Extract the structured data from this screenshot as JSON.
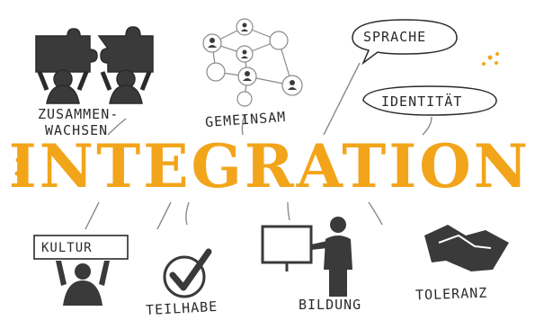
{
  "title": "INTEGRATION",
  "labels": {
    "zusammenwachsen_line1": "ZUSAMMEN-",
    "zusammenwachsen_line2": "WACHSEN",
    "gemeinsam": "GEMEINSAM",
    "sprache": "SPRACHE",
    "identitaet": "IDENTITÄT",
    "kultur": "KULTUR",
    "teilhabe": "TEILHABE",
    "bildung": "BILDUNG",
    "toleranz": "TOLERANZ"
  },
  "colors": {
    "accent": "#f2a51a",
    "ink": "#2a2a2a",
    "light_ink": "#8a8a8a"
  },
  "icons": [
    "puzzle-people-icon",
    "network-people-icon",
    "speech-bubble-icon",
    "checkmark-icon",
    "teacher-board-icon",
    "handshake-icon",
    "person-holding-sign-icon"
  ]
}
